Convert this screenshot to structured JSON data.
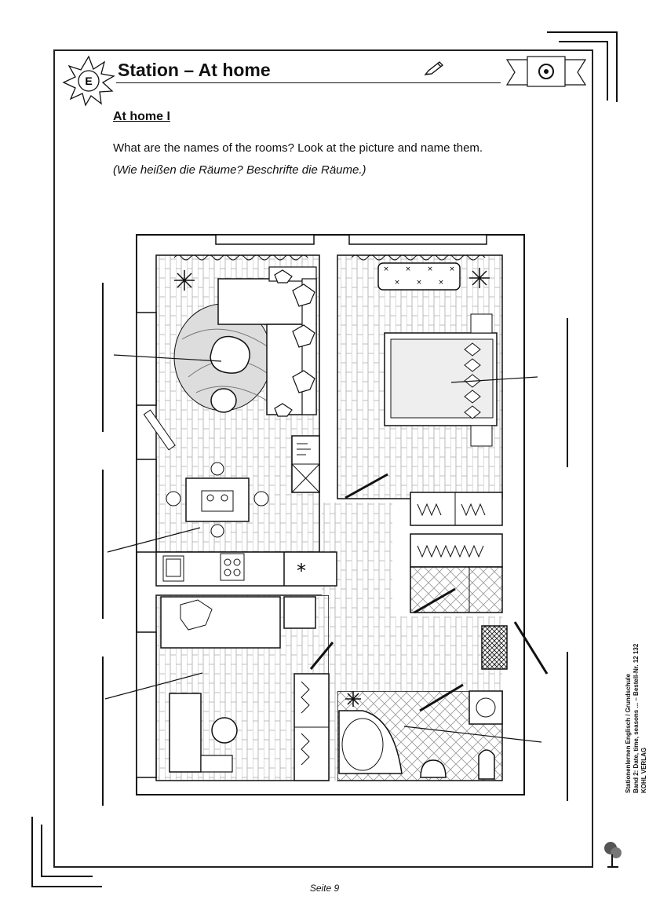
{
  "header": {
    "badge_letter": "E",
    "title": "Station –  At home"
  },
  "exercise": {
    "subtitle": "At home I",
    "question_en": "What are the names of the rooms? Look at the picture and name them.",
    "question_de": "(Wie heißen die Räume? Beschrifte die Räume.)"
  },
  "floor_plan": {
    "rooms_to_label": 5,
    "icons": [
      "plant-icon",
      "sofa-icon",
      "bed-icon",
      "table-icon",
      "stove-icon",
      "bathtub-icon",
      "toilet-icon",
      "washing-machine-icon",
      "desk-icon",
      "wardrobe-icon"
    ]
  },
  "sidebar": {
    "line1": "Stationenlernen Englisch / Grundschule",
    "line2": "Band 2: Date, time, seasons ...  –  Bestell-Nr. 12 132",
    "publisher": "KOHL VERLAG"
  },
  "footer": {
    "page": "Seite 9"
  }
}
